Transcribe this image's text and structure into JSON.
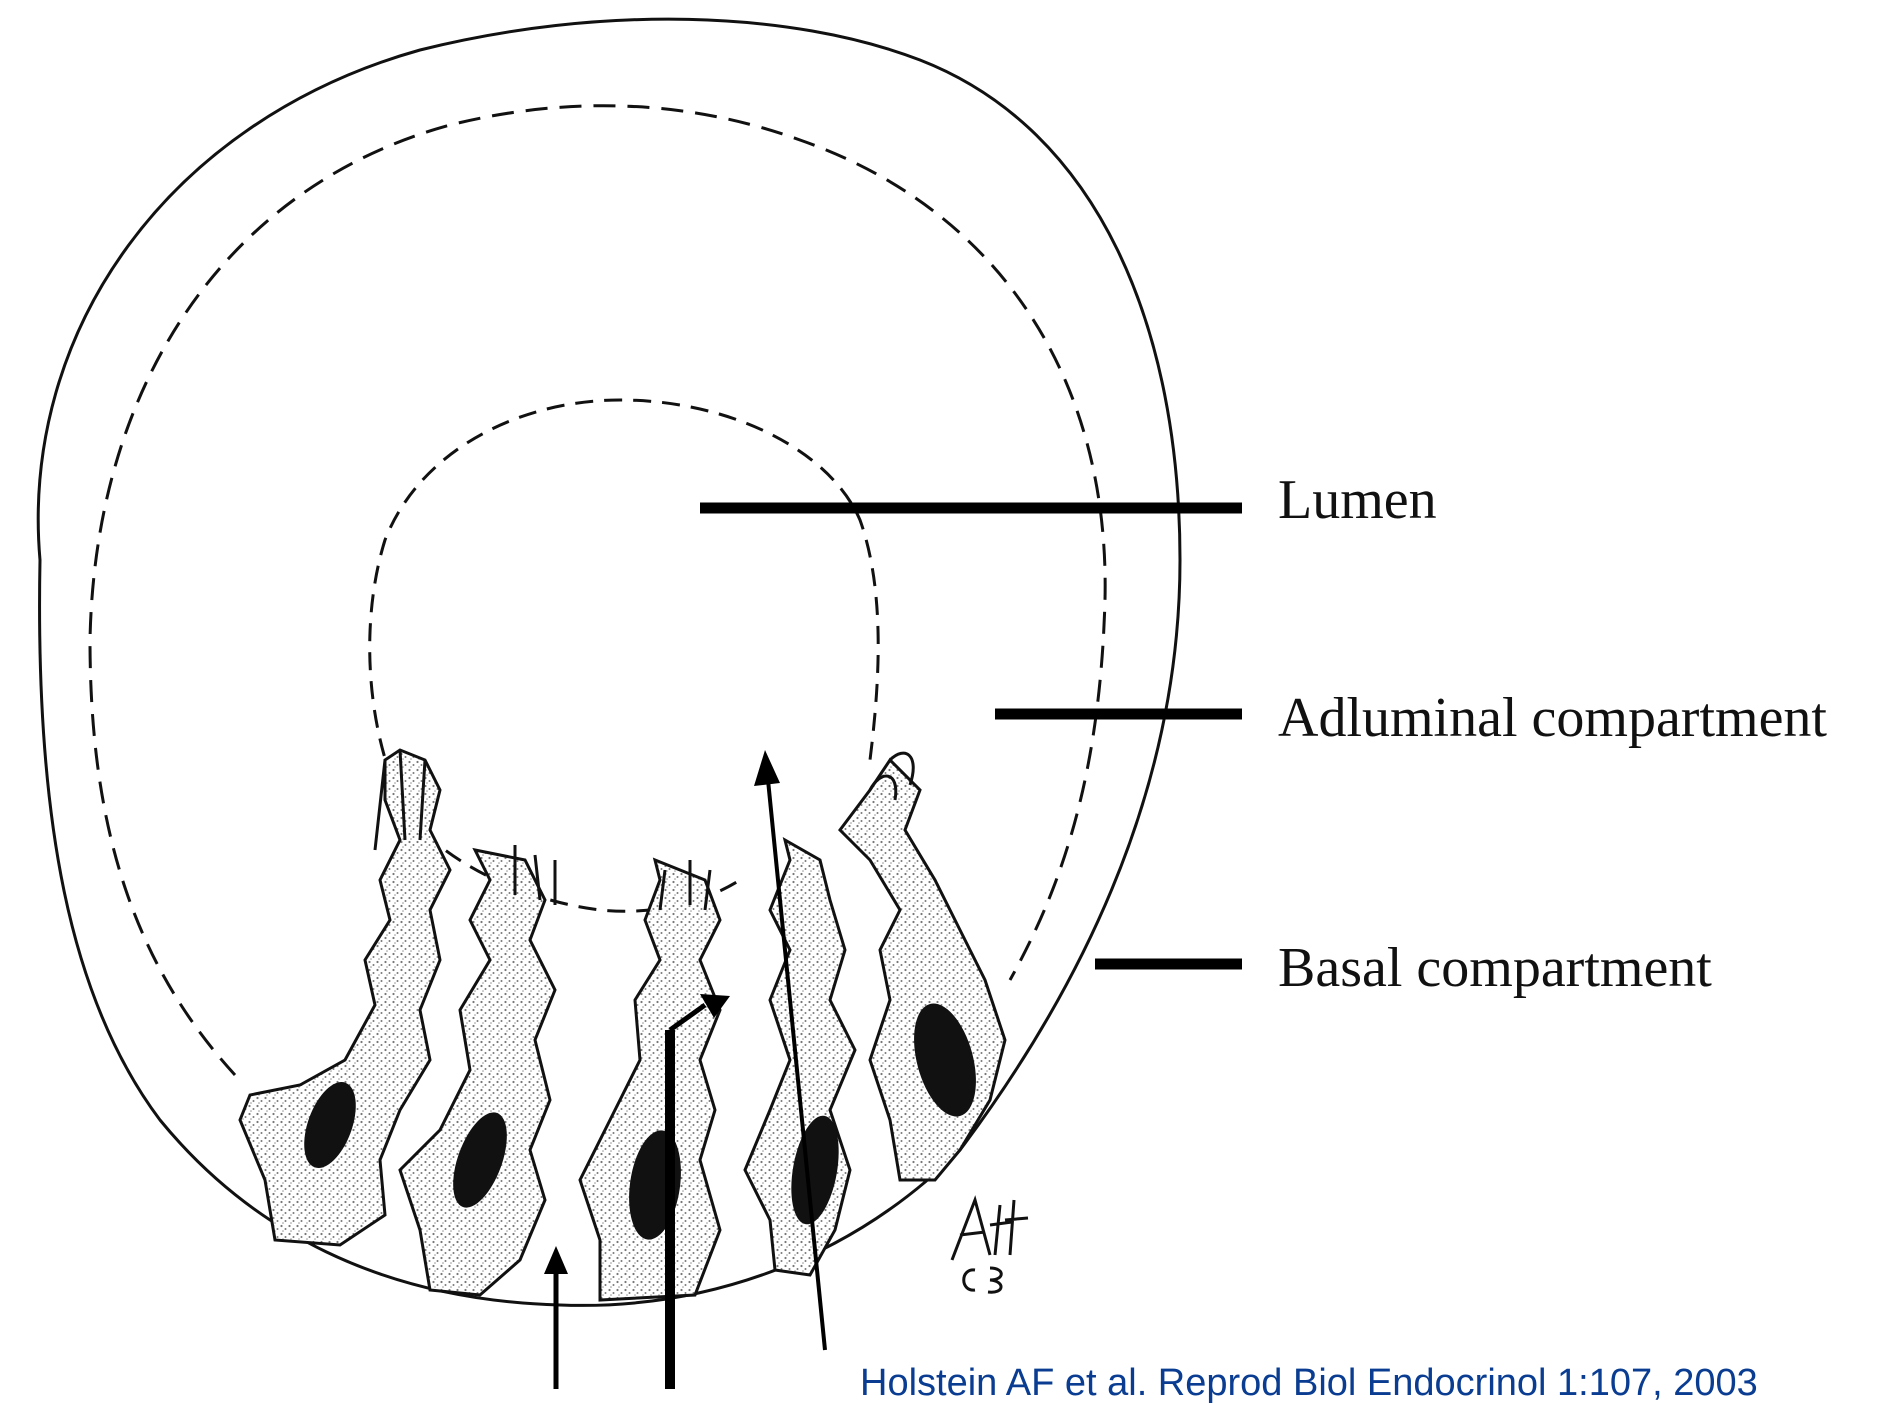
{
  "diagram": {
    "labels": {
      "lumen": "Lumen",
      "adluminal": "Adluminal compartment",
      "basal": "Basal compartment"
    },
    "signature": "Afft 03",
    "citation": "Holstein AF et al. Reprod Biol Endocrinol 1:107, 2003"
  },
  "colors": {
    "ink": "#111111",
    "citation": "#0a3d91",
    "stipple": "#8a8a8a",
    "background": "#ffffff"
  }
}
